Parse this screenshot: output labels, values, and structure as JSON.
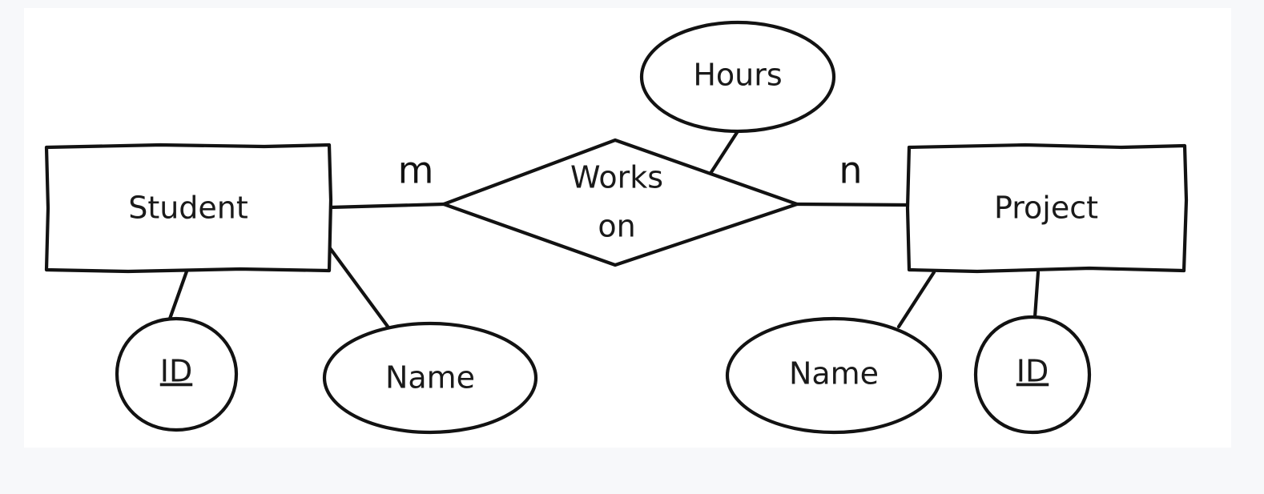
{
  "canvas": {
    "background": "#ffffff",
    "page_background": "#f7f8fa",
    "stroke_color": "#121212",
    "text_color": "#1a1a1a"
  },
  "diagram": {
    "type": "entity-relationship-diagram",
    "notation": "chen",
    "entities": [
      {
        "id": "student",
        "label": "Student",
        "shape": "rectangle",
        "attributes": [
          {
            "id": "student-id",
            "label": "ID",
            "shape": "ellipse",
            "key": true
          },
          {
            "id": "student-name",
            "label": "Name",
            "shape": "ellipse",
            "key": false
          }
        ]
      },
      {
        "id": "project",
        "label": "Project",
        "shape": "rectangle",
        "attributes": [
          {
            "id": "project-name",
            "label": "Name",
            "shape": "ellipse",
            "key": false
          },
          {
            "id": "project-id",
            "label": "ID",
            "shape": "ellipse",
            "key": true
          }
        ]
      }
    ],
    "relationships": [
      {
        "id": "works-on",
        "label_line1": "Works",
        "label_line2": "on",
        "shape": "diamond",
        "left_entity": "student",
        "right_entity": "project",
        "left_cardinality": "m",
        "right_cardinality": "n",
        "attributes": [
          {
            "id": "hours",
            "label": "Hours",
            "shape": "ellipse",
            "key": false
          }
        ]
      }
    ]
  }
}
